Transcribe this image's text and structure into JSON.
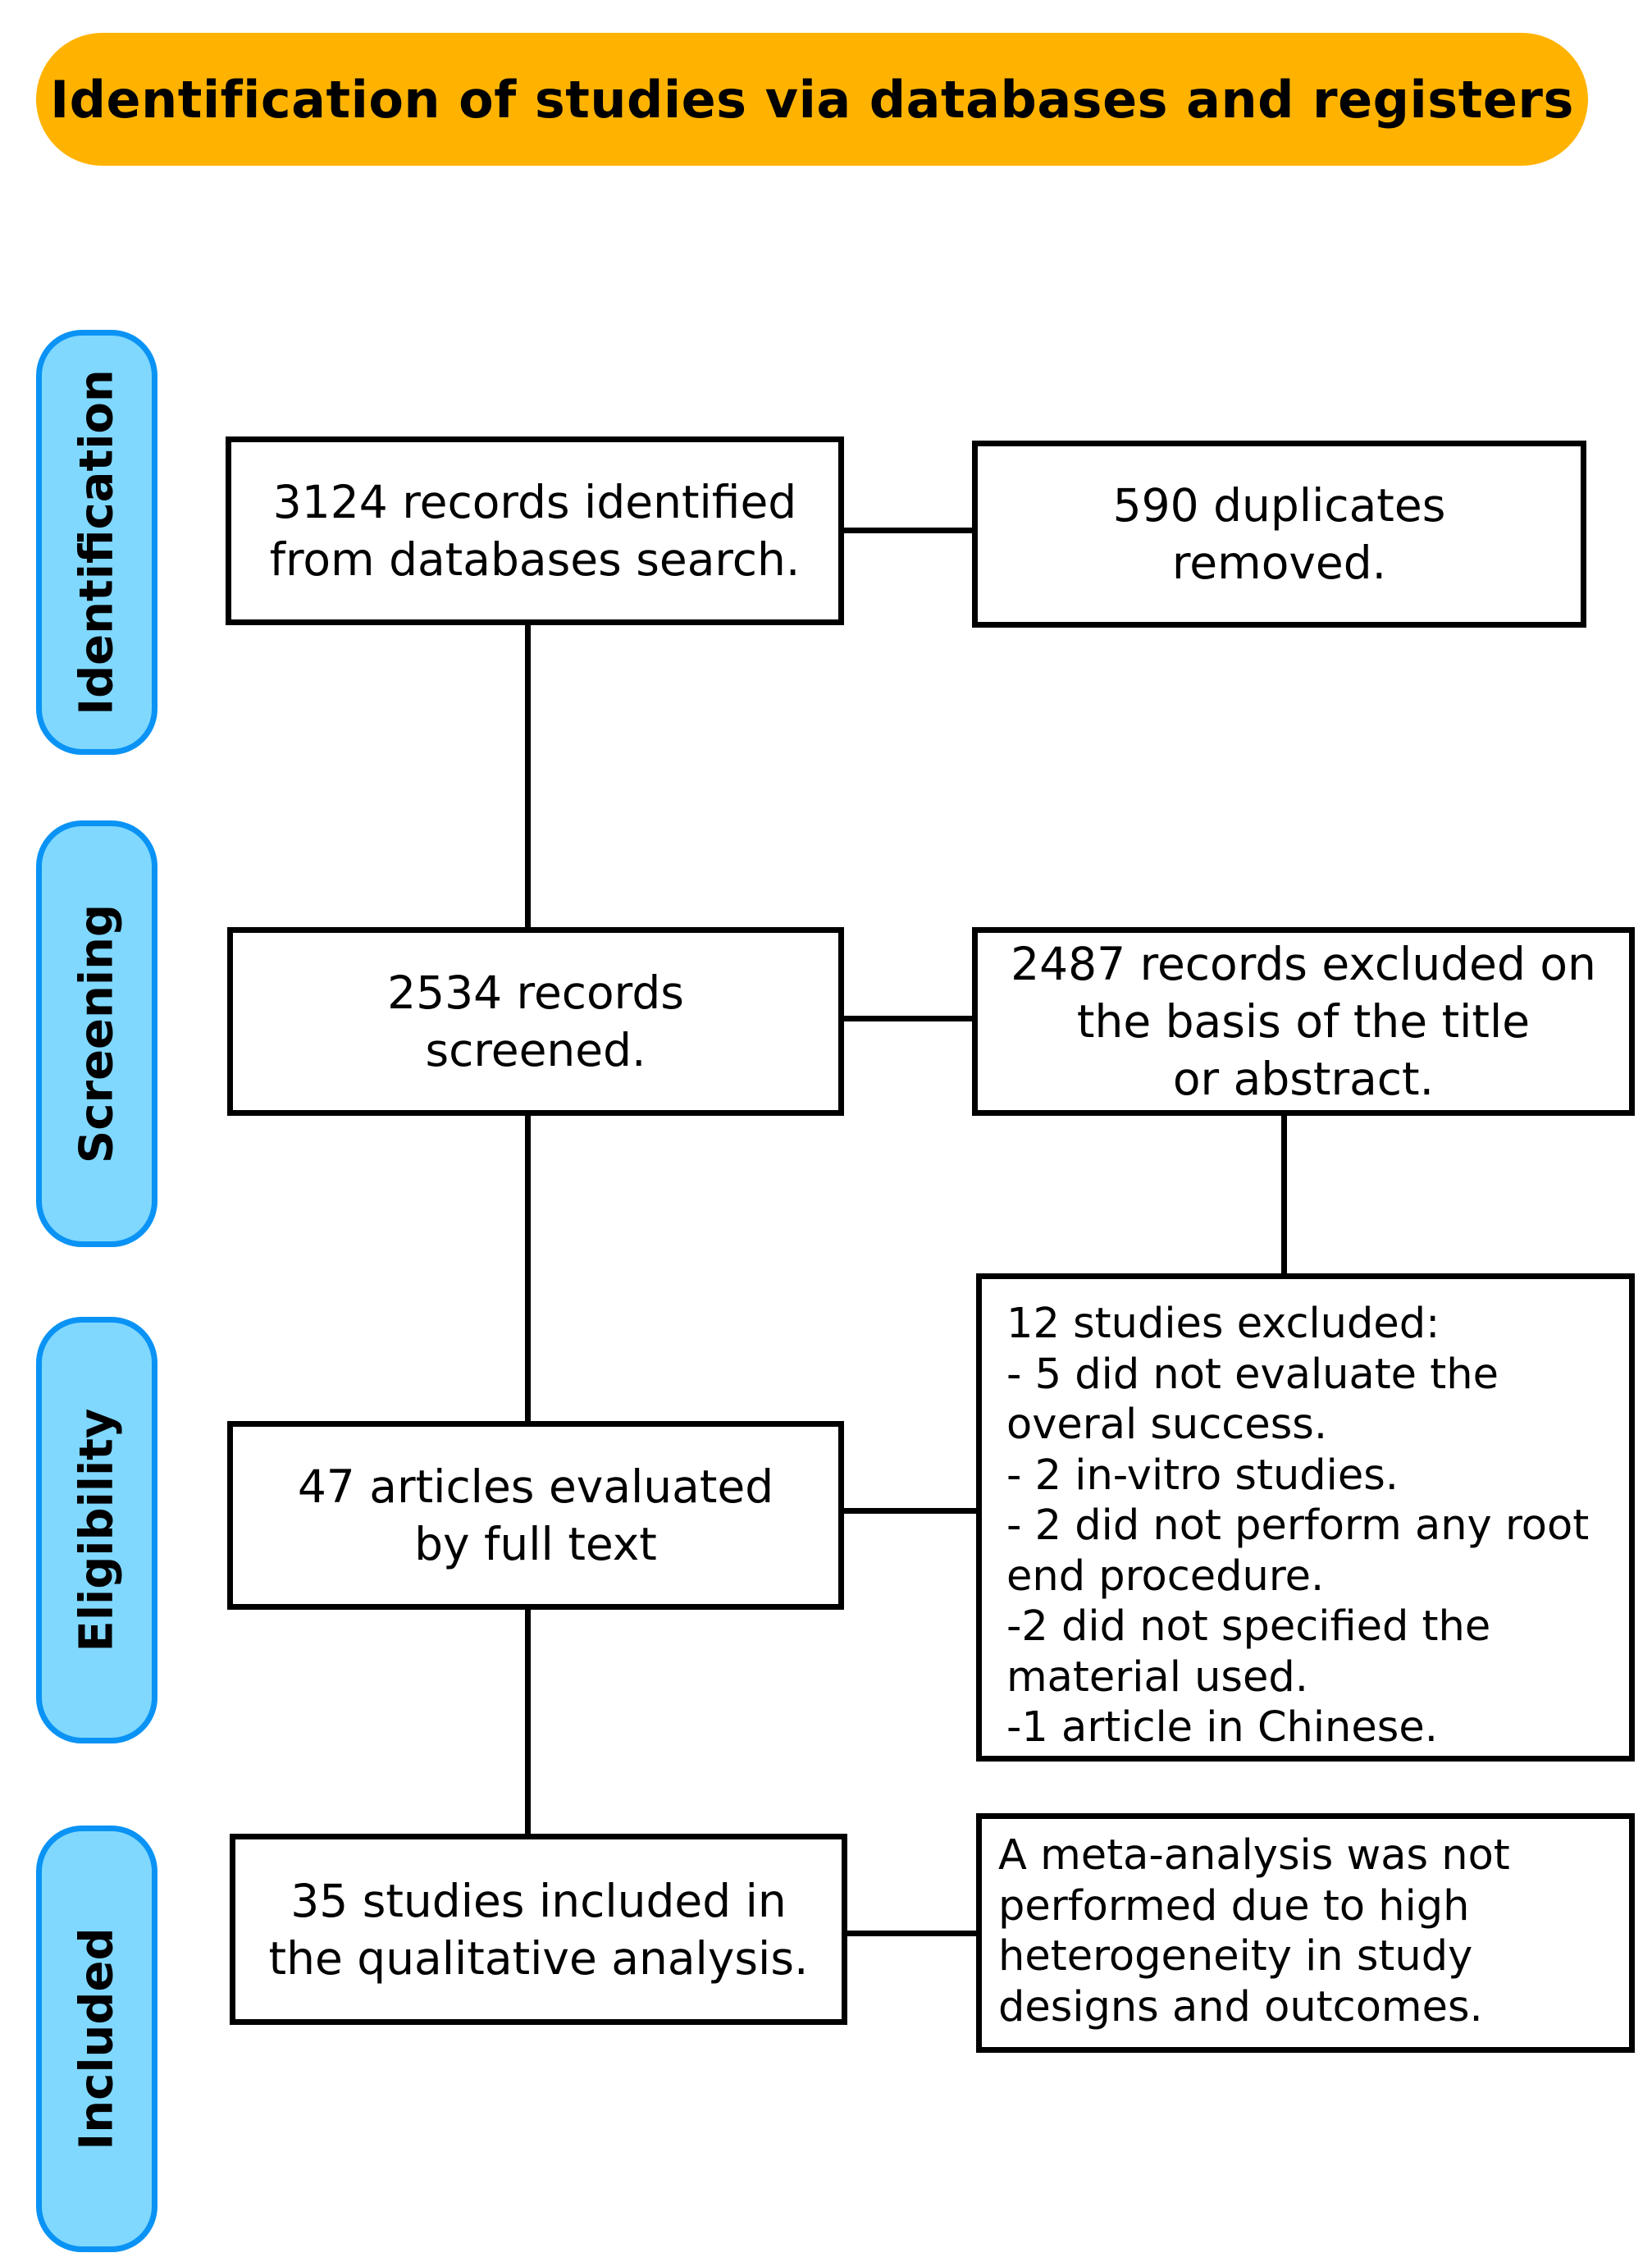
{
  "title": "Identification of studies via databases and registers",
  "phases": [
    "Identification",
    "Screening",
    "Eligibility",
    "Included"
  ],
  "boxes": {
    "records_identified": [
      "3124 records identified",
      "from databases search."
    ],
    "duplicates": [
      "590 duplicates",
      "removed."
    ],
    "screened": [
      "2534 records",
      "screened."
    ],
    "excluded_title": [
      "2487 records excluded on",
      "the basis of the title",
      "or abstract."
    ],
    "full_text": [
      "47 articles evaluated",
      "by full text"
    ],
    "studies_excluded": [
      "12 studies excluded:",
      "- 5 did not evaluate the",
      "overal success.",
      "- 2 in-vitro studies.",
      "- 2 did not perform any root",
      "end procedure.",
      "-2 did not specified the",
      "material used.",
      "-1 article in Chinese."
    ],
    "included": [
      "35 studies included in",
      "the qualitative analysis."
    ],
    "meta_analysis": [
      "A meta-analysis was not",
      "performed due to high",
      "heterogeneity in study",
      "designs and outcomes."
    ]
  },
  "colors": {
    "banner": "#FFB300",
    "phase_fill": "#80D8FF",
    "phase_border": "#0A93F5"
  }
}
